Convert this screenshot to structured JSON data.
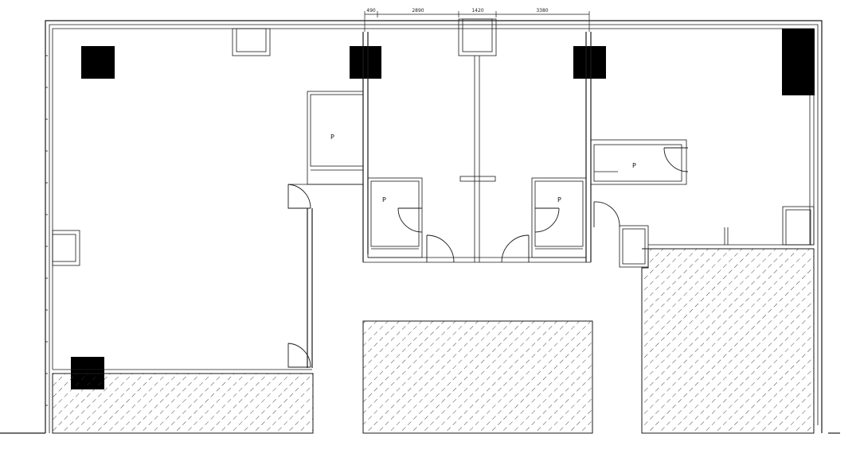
{
  "dimensions": {
    "d1": "490",
    "d2": "2890",
    "d3": "1420",
    "d4": "3380"
  },
  "rooms": {
    "fitting_room_1": "P",
    "fitting_room_2": "P",
    "fitting_room_3": "P",
    "fitting_room_4": "P"
  }
}
